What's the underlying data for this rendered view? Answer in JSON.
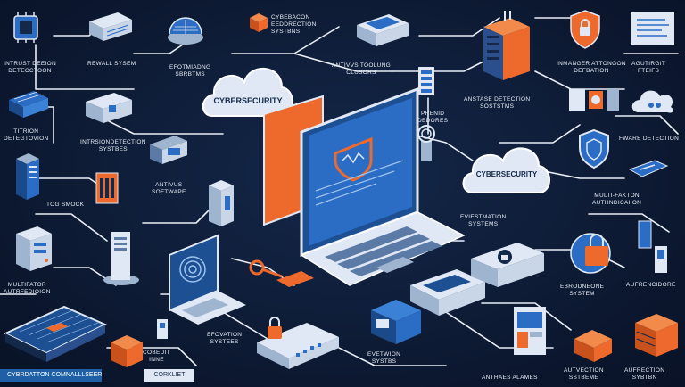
{
  "labels": {
    "intrusion_detection": "INTRUST DEEION\nDETECCTOON",
    "firewall_system": "REWALL SYSEM",
    "encryption_systems": "EFOTMIADNG\nSBRBTMS",
    "cyber_top": "CYBEBACON\nEEDDRECTION\nSYSTBNS",
    "antivirus_tools": "ANTIVVS TOOLUNG\nCLUSORS",
    "anomaly_detection": "ANSTASE DETECTION\nSOSTSTMS",
    "prenix_dedores": "PRENID\nDEDORES",
    "inmanger_attack": "INMANGER ATTONGON\nDEFBATION",
    "agutiagit": "AGUTIRGIT\nFTEIFS",
    "titrion_detection": "TITRION\nDETEGTOVION",
    "intrusion_detection_systems": "INTRSIONDETECTION\nSYSTBES",
    "antivirus_software": "ANTIVUS\nSOFTWAPE",
    "fware_detection": "FWARE DETECTION",
    "tog_smock": "TOG SMOCK",
    "multi_factor_right": "MULTI-FAKTON\nAUTHNDICAIION",
    "evestigation": "EVIESTMATION\nSYSTEMS",
    "multi_factor_left": "MULTIFATOR\nAUTRFEDIOION",
    "ebrodeneone": "EBRODNEONE\nSYSTEM",
    "aufrencidore": "AUFRENCIDORE",
    "efovation": "EFOVATION\nSYSTEES",
    "cobedit": "COBEDIT\nINNE",
    "evetwon": "EVETWION\nSYSTBS",
    "antimas": "ANTHAES ALAMES",
    "autwection": "AUTVECTION\nSSTBEME",
    "aufrection_sybn": "AUFRECTION\nSYBTBN"
  },
  "cloud_left": "CYBERSECURITY",
  "cloud_right": "CYBERSECURITY",
  "banner_left": "CYBRDATTON COMNALLLSEER",
  "banner_right": "CORKLIET",
  "colors": {
    "background": "#0d1a33",
    "wire": "#e9eef7",
    "accent_orange": "#ee6a2c",
    "accent_blue": "#2b6cc4",
    "panel_light": "#dfe8f4"
  },
  "icons": {
    "shield": "shield-icon",
    "cloud": "cloud-icon",
    "laptop": "laptop-icon",
    "server": "server-icon",
    "lock": "lock-icon",
    "fingerprint": "fingerprint-icon",
    "chip": "chip-icon",
    "router": "router-icon"
  }
}
